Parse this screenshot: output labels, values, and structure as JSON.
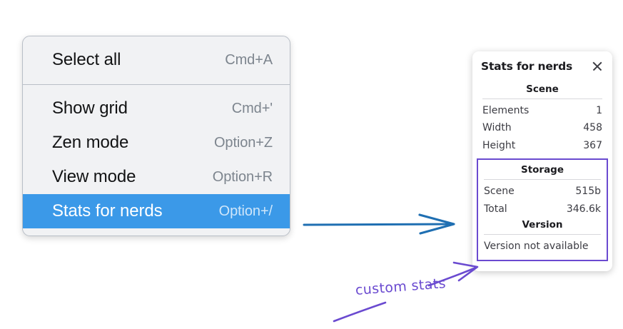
{
  "menu": {
    "groups": [
      {
        "items": [
          {
            "label": "Select all",
            "shortcut": "Cmd+A",
            "selected": false
          }
        ]
      },
      {
        "items": [
          {
            "label": "Show grid",
            "shortcut": "Cmd+'",
            "selected": false
          },
          {
            "label": "Zen mode",
            "shortcut": "Option+Z",
            "selected": false
          },
          {
            "label": "View mode",
            "shortcut": "Option+R",
            "selected": false
          },
          {
            "label": "Stats for nerds",
            "shortcut": "Option+/",
            "selected": true
          }
        ]
      }
    ],
    "highlight_color": "#3b99e8",
    "background_color": "#f1f2f4"
  },
  "stats_panel": {
    "title": "Stats for nerds",
    "close_icon": "close-icon",
    "sections": [
      {
        "heading": "Scene",
        "custom": false,
        "rows": [
          {
            "key": "Elements",
            "value": "1"
          },
          {
            "key": "Width",
            "value": "458"
          },
          {
            "key": "Height",
            "value": "367"
          }
        ]
      },
      {
        "heading": "Storage",
        "custom": true,
        "rows": [
          {
            "key": "Scene",
            "value": "515b"
          },
          {
            "key": "Total",
            "value": "346.6k"
          }
        ]
      },
      {
        "heading": "Version",
        "custom": true,
        "rows": [
          {
            "key": "Version not available",
            "value": ""
          }
        ],
        "full_width_rows": true
      }
    ],
    "highlight_color": "#6a4ad0"
  },
  "annotations": {
    "custom_stats_label": "custom stats",
    "arrow_color_blue": "#1f6fb2",
    "arrow_color_purple": "#6a4ad0"
  }
}
